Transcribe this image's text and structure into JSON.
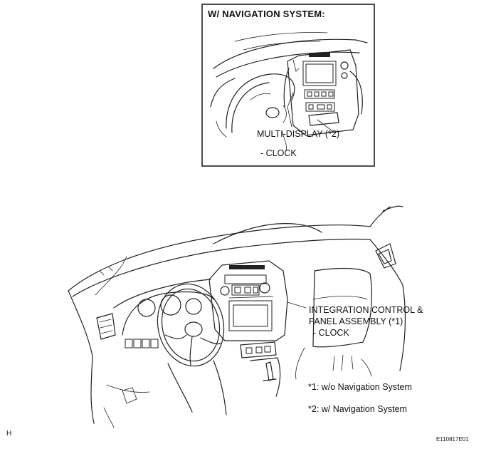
{
  "inset": {
    "title": "W/ NAVIGATION SYSTEM:",
    "label_line1": "MULTI-DISPLAY (*2)",
    "label_line2": "- CLOCK"
  },
  "main": {
    "label_line1": "INTEGRATION CONTROL &",
    "label_line2": "PANEL ASSEMBLY (*1)",
    "label_line3": "- CLOCK"
  },
  "notes": {
    "note1": "*1: w/o Navigation System",
    "note2": "*2: w/ Navigation System"
  },
  "footer": {
    "view_code": "H",
    "figure_id": "E110817E01"
  }
}
